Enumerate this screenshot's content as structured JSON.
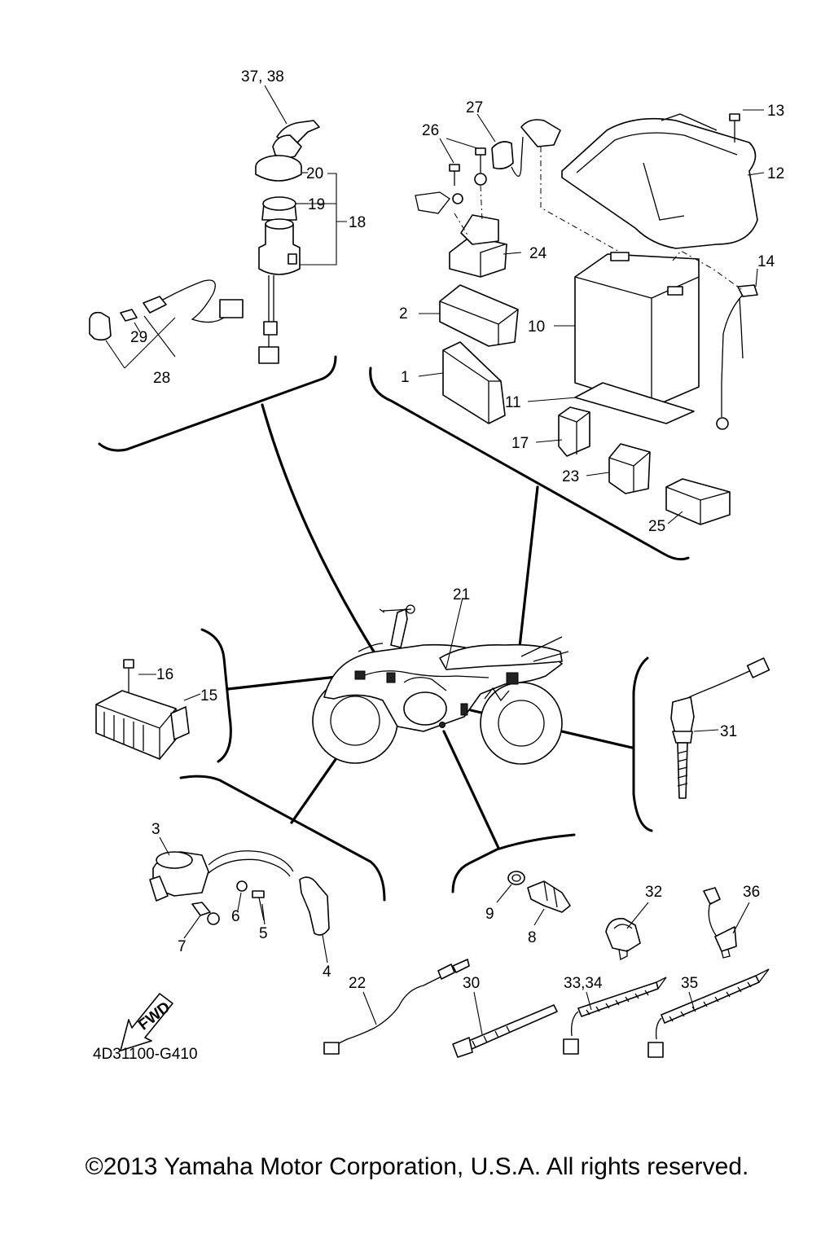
{
  "callouts": {
    "c1": "1",
    "c2": "2",
    "c3": "3",
    "c4": "4",
    "c5": "5",
    "c6": "6",
    "c7": "7",
    "c8": "8",
    "c9": "9",
    "c10": "10",
    "c11": "11",
    "c12": "12",
    "c13": "13",
    "c14": "14",
    "c15": "15",
    "c16": "16",
    "c17": "17",
    "c18": "18",
    "c19": "19",
    "c20": "20",
    "c21": "21",
    "c22": "22",
    "c23": "23",
    "c24": "24",
    "c25": "25",
    "c26": "26",
    "c27": "27",
    "c28": "28",
    "c29": "29",
    "c30": "30",
    "c31": "31",
    "c32": "32",
    "c33_34": "33,34",
    "c35": "35",
    "c36": "36",
    "c37_38": "37, 38"
  },
  "fwd_label": "FWD",
  "diagram_code": "4D31100-G410",
  "copyright": "©2013 Yamaha Motor Corporation, U.S.A. All rights reserved."
}
